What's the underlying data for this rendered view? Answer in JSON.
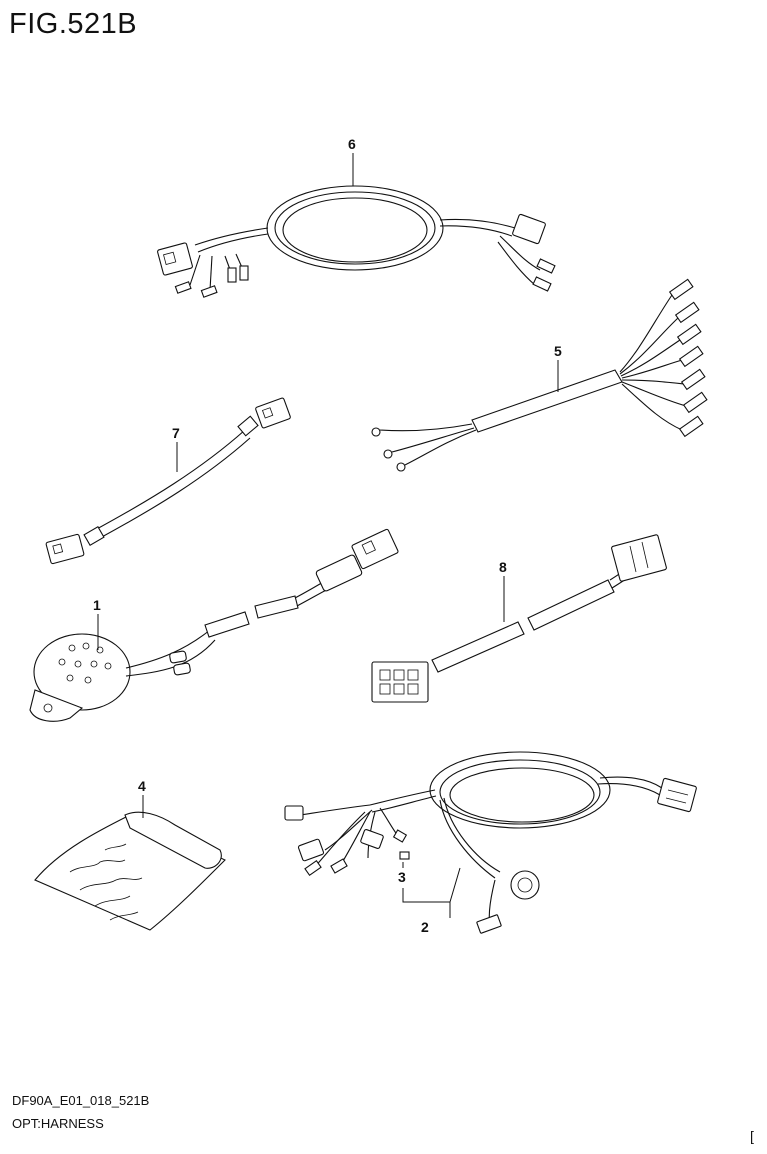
{
  "figure": {
    "title": "FIG.521B",
    "code": "DF90A_E01_018_521B",
    "name": "OPT:HARNESS",
    "corner_mark": "["
  },
  "callouts": [
    {
      "id": "1",
      "label": "1"
    },
    {
      "id": "2",
      "label": "2"
    },
    {
      "id": "3",
      "label": "3"
    },
    {
      "id": "4",
      "label": "4"
    },
    {
      "id": "5",
      "label": "5"
    },
    {
      "id": "6",
      "label": "6"
    },
    {
      "id": "7",
      "label": "7"
    },
    {
      "id": "8",
      "label": "8"
    }
  ]
}
